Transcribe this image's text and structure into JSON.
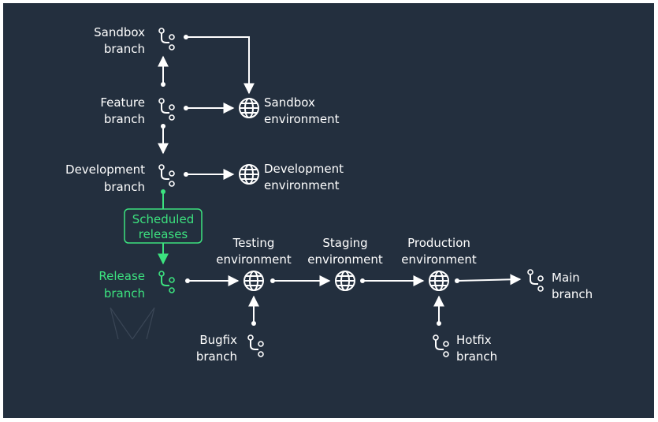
{
  "colors": {
    "background": "#232f3e",
    "foreground": "#ffffff",
    "accent": "#3ce27f"
  },
  "branches": {
    "sandbox": [
      "Sandbox",
      "branch"
    ],
    "feature": [
      "Feature",
      "branch"
    ],
    "development": [
      "Development",
      "branch"
    ],
    "release": [
      "Release",
      "branch"
    ],
    "bugfix": [
      "Bugfix",
      "branch"
    ],
    "hotfix": [
      "Hotfix",
      "branch"
    ],
    "main": [
      "Main",
      "branch"
    ]
  },
  "environments": {
    "sandbox": [
      "Sandbox",
      "environment"
    ],
    "development": [
      "Development",
      "environment"
    ],
    "testing": [
      "Testing",
      "environment"
    ],
    "staging": [
      "Staging",
      "environment"
    ],
    "production": [
      "Production",
      "environment"
    ]
  },
  "scheduled_releases": [
    "Scheduled",
    "releases"
  ],
  "icons": {
    "branch": "git-branch-icon",
    "environment": "globe-icon"
  }
}
